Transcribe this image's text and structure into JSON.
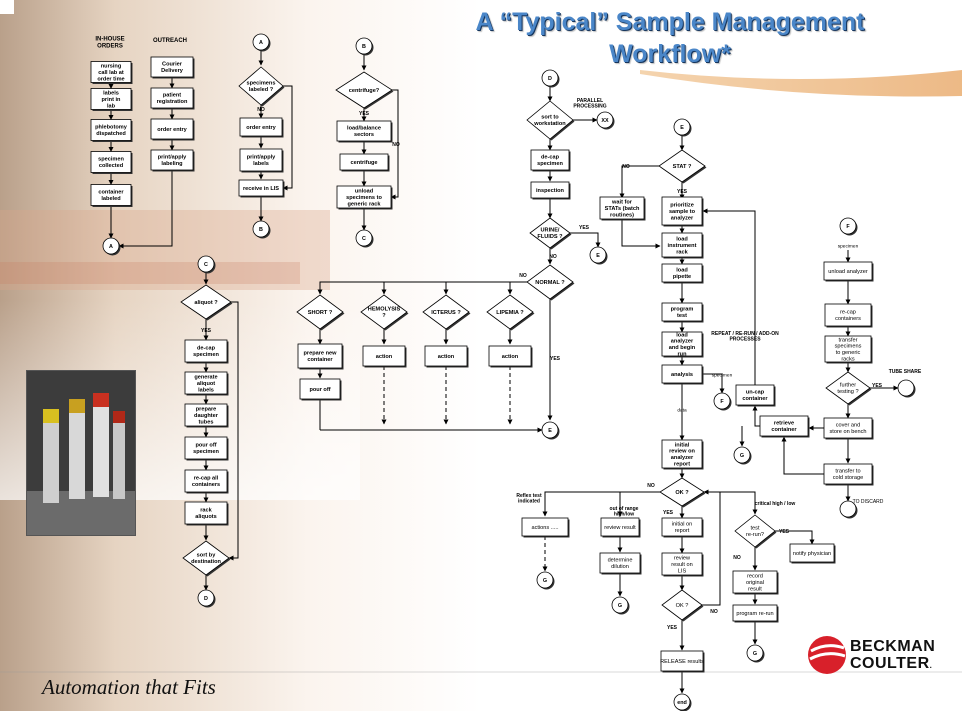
{
  "title": {
    "line1": "A “Typical” Sample Management",
    "line2": "Workflow*"
  },
  "tagline": "Automation that Fits",
  "logo": {
    "line1": "BECKMAN",
    "line2": "COULTER",
    "mark": "."
  },
  "colors": {
    "title": "#4a86c8",
    "node_fill": "#ffffff",
    "stroke": "#000000"
  },
  "nodes": {
    "ih_header": "IN-HOUSE ORDERS",
    "out_header": "OUTREACH",
    "nursing": "nursing call lab at order time",
    "labels_print": "labels print in lab",
    "phlebotomy": "phlebotomy dispatched",
    "specimen_collected": "specimen collected",
    "container_labeled": "container labeled",
    "courier": "Courier Delivery",
    "patient_reg": "patient registration",
    "order_entry1": "order entry",
    "print_apply1": "print/apply labeling",
    "specimens_labeled": "specimens labeled ?",
    "order_entry2": "order entry",
    "print_apply2": "print/apply labels",
    "receive_lis": "receive in LIS",
    "centrifuge_q": "centrifuge?",
    "load_balance": "load/balance sectors",
    "centrifuge": "centrifuge",
    "unload_generic": "unload specimens to generic rack",
    "sort_workstation": "sort to workstation",
    "parallel": "PARALLEL PROCESSING",
    "decap1": "de-cap specimen",
    "inspection": "inspection",
    "urine_fluids": "URINE/ FLUIDS ?",
    "normal": "NORMAL ?",
    "short": "SHORT ?",
    "hemolysis": "HEMOLYSIS ?",
    "icterus": "ICTERUS ?",
    "lipemia": "LIPEMIA ?",
    "prepare_new": "prepare new container",
    "pour_off1": "pour off",
    "action": "action",
    "aliquot_q": "aliquot ?",
    "decap2": "de-cap specimen",
    "gen_aliquot": "generate aliquot labels",
    "prepare_daughter": "prepare daughter tubes",
    "pour_off_spec": "pour off specimen",
    "recap_all": "re-cap all containers",
    "rack_aliquots": "rack aliquots",
    "sort_dest": "sort by destination",
    "stat_q": "STAT ?",
    "wait_stats": "wait for STATs (batch routines)",
    "prioritize": "prioritize sample to analyzer",
    "load_rack": "load instrument rack",
    "load_pipette": "load pipette",
    "program_test": "program test",
    "load_analyzer": "load analyzer and begin run",
    "analysis": "analysis",
    "initial_review": "initial review on analyzer report",
    "ok_q": "OK ?",
    "repeat_note": "REPEAT / RE-RUN / ADD-ON PROCESSES",
    "uncap": "un-cap container",
    "retrieve": "retrieve container",
    "unload_analyzer": "unload analyzer",
    "recap_containers": "re-cap containers",
    "transfer_generic": "transfer specimens to generic racks",
    "further_testing": "further testing ?",
    "tube_share": "TUBE SHARE",
    "cover_store": "cover and store on bench",
    "transfer_cold": "transfer to cold storage",
    "to_discard": "TO DISCARD",
    "reflex": "Reflex test indicated",
    "out_of_range": "out of range high/low",
    "critical": "critical high / low",
    "actions": "actions .....",
    "review_result": "review result",
    "determine_dilution": "determine dilution",
    "initial_on_report": "initial on report",
    "review_lis": "review result on LIS",
    "ok_q2": "OK ?",
    "release": "RELEASE results",
    "end": "end",
    "test_rerun": "test re-run?",
    "record_original": "record original result",
    "program_rerun": "program re-run",
    "notify": "notify physician",
    "specimen": "specimen",
    "data": "data"
  },
  "connectors": {
    "A": "A",
    "B": "B",
    "C": "C",
    "D": "D",
    "E": "E",
    "F": "F",
    "G": "G",
    "XX": "XX"
  },
  "edge_labels": {
    "yes": "YES",
    "no": "NO"
  }
}
